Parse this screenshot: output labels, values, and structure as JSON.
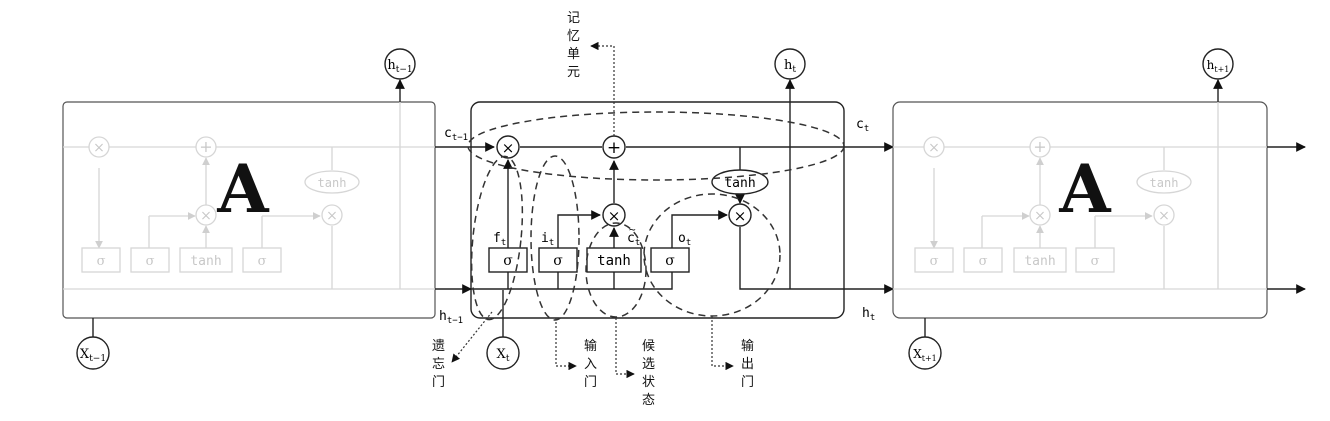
{
  "cells": {
    "left_letter": "A",
    "right_letter": "A",
    "faint_gate_sigma": "σ",
    "faint_gate_tanh": "tanh"
  },
  "outputs": {
    "h_prev": {
      "base": "h",
      "sub": "t−1"
    },
    "h_cur": {
      "base": "h",
      "sub": "t"
    },
    "h_next": {
      "base": "h",
      "sub": "t+1"
    }
  },
  "inputs": {
    "x_prev": {
      "base": "X",
      "sub": "t−1"
    },
    "x_cur": {
      "base": "X",
      "sub": "t"
    },
    "x_next": {
      "base": "X",
      "sub": "t+1"
    }
  },
  "states": {
    "c_prev": {
      "base": "c",
      "sub": "t−1"
    },
    "c_cur": {
      "base": "c",
      "sub": "t"
    },
    "h_in": {
      "base": "h",
      "sub": "t−1"
    },
    "h_out": {
      "base": "h",
      "sub": "t"
    }
  },
  "gates": {
    "sigma": "σ",
    "tanh": "tanh",
    "tanh_out": "tanh",
    "multiply": "×",
    "add": "+"
  },
  "gate_labels": {
    "f": {
      "base": "f",
      "sub": "t"
    },
    "i": {
      "base": "i",
      "sub": "t"
    },
    "c_tilde": {
      "base": "c",
      "sub": "t"
    },
    "o": {
      "base": "o",
      "sub": "t"
    }
  },
  "annotations": {
    "memory_cell": [
      "记",
      "忆",
      "单",
      "元"
    ],
    "forget_gate": [
      "遗",
      "忘",
      "门"
    ],
    "input_gate": [
      "输",
      "入",
      "门"
    ],
    "candidate_state": [
      "候",
      "选",
      "状",
      "态"
    ],
    "output_gate": [
      "输",
      "出",
      "门"
    ]
  }
}
